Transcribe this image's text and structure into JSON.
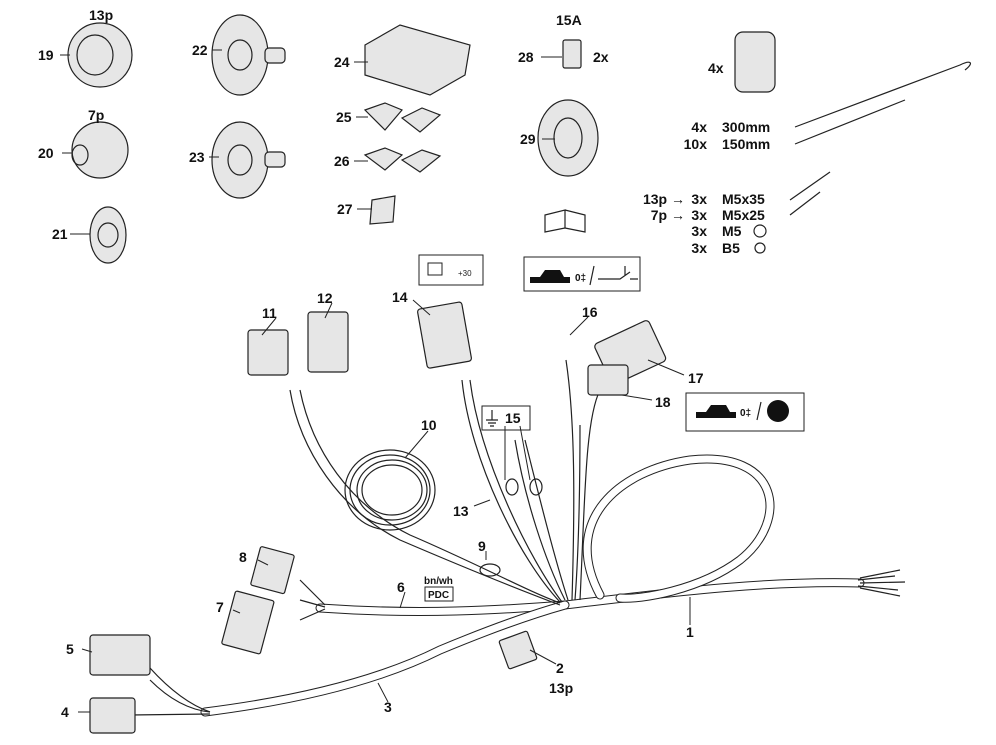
{
  "diagram": {
    "part_labels": {
      "p1": "1",
      "p2": "2",
      "p3": "3",
      "p4": "4",
      "p5": "5",
      "p6": "6",
      "p7": "7",
      "p8": "8",
      "p9": "9",
      "p10": "10",
      "p11": "11",
      "p12": "12",
      "p13": "13",
      "p14": "14",
      "p15": "15",
      "p16": "16",
      "p17": "17",
      "p18": "18",
      "p19": "19",
      "p20": "20",
      "p21": "21",
      "p22": "22",
      "p23": "23",
      "p24": "24",
      "p25": "25",
      "p26": "26",
      "p27": "27",
      "p28": "28",
      "p29": "29"
    },
    "annotations": {
      "socket_13p": "13p",
      "socket_7p": "7p",
      "connector_2_13p": "13p",
      "fuse_rating": "15A",
      "fuse_qty": "2x",
      "pad_qty": "4x",
      "battery_terminal": "+30",
      "wire_color": "bn/wh",
      "pdc": "PDC"
    },
    "hardware_list": [
      {
        "prefix": "",
        "qty": "4x",
        "spec": "300mm"
      },
      {
        "prefix": "",
        "qty": "10x",
        "spec": "150mm"
      },
      {
        "prefix": "13p →",
        "qty": "3x",
        "spec": "M5x35"
      },
      {
        "prefix": "7p →",
        "qty": "3x",
        "spec": "M5x25"
      },
      {
        "prefix": "",
        "qty": "3x",
        "spec": "M5"
      },
      {
        "prefix": "",
        "qty": "3x",
        "spec": "B5"
      }
    ],
    "colors": {
      "line": "#222222",
      "fill": "#e6e6e6",
      "background": "#ffffff"
    },
    "icons": [
      "car-icon",
      "fog-light-icon",
      "switch-icon",
      "battery-icon",
      "ground-icon",
      "manual-book-icon",
      "fog-lamp-circle-icon"
    ]
  }
}
